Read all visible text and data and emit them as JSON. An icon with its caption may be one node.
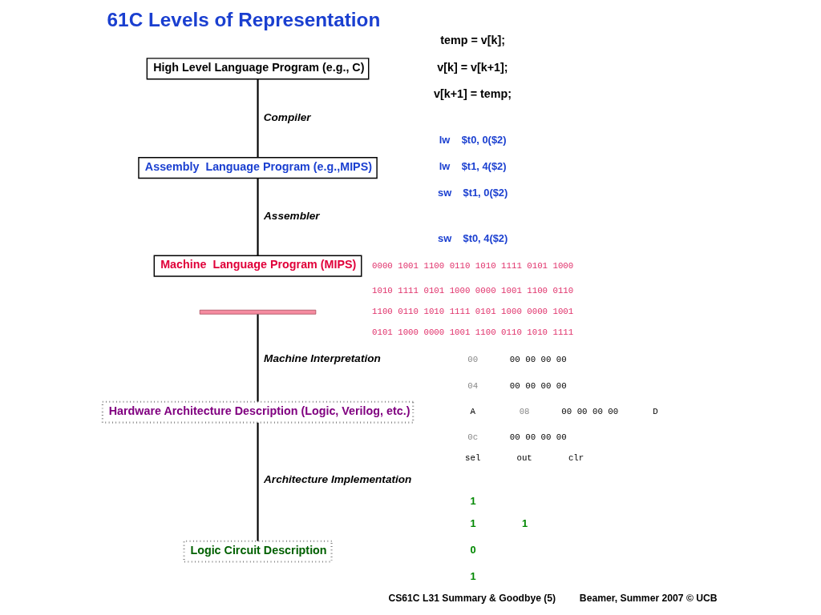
{
  "diagram": {
    "title": "61C Levels of Representation",
    "nodes": [
      {
        "text": [
          "High Level Language Program (e.g., C)"
        ]
      },
      {
        "text": [
          "Assembly  Language Program (e.g.,MIPS)"
        ]
      },
      {
        "text": [
          "Machine  Language Program (MIPS)"
        ]
      },
      {
        "text": [],
        "shape": "bar"
      },
      {
        "text": [
          "Hardware Architecture Description (Logic, Verilog, etc.)"
        ]
      },
      {
        "text": [
          "Logic Circuit Description"
        ]
      }
    ],
    "edges": [
      {
        "from": 0,
        "to": 1,
        "arrow": "none",
        "label": "Compiler"
      },
      {
        "from": 1,
        "to": 2,
        "arrow": "none",
        "label": "Assembler"
      },
      {
        "from": 3,
        "to": 4,
        "arrow": "none",
        "label": "Machine Interpretation"
      },
      {
        "from": 4,
        "to": 5,
        "arrow": "none",
        "label": "Architecture Implementation"
      }
    ],
    "labels": [
      "temp = v[k];",
      "v[k] = v[k+1];",
      "v[k+1] = temp;",
      "lw    $t0, 0($2)",
      "lw    $t1, 4($2)",
      "sw    $t1, 0($2)",
      "sw    $t0, 4($2)",
      "0000 1001 1100 0110 1010 1111 0101 1000",
      "1010 1111 0101 1000 0000 1001 1100 0110",
      "1100 0110 1010 1111 0101 1000 0000 1001",
      "0101 1000 0000 1001 1100 0110 1010 1111",
      "00",
      "00 00 00 00",
      "04",
      "00 00 00 00",
      "08",
      "00 00 00 00",
      "0c",
      "00 00 00 00",
      "A",
      "D",
      "sel",
      "out",
      "clr",
      "1",
      "1",
      "0",
      "1",
      "1",
      "CS61C L31 Summary & Goodbye (5)",
      "Beamer, Summer 2007 © UCB"
    ]
  }
}
